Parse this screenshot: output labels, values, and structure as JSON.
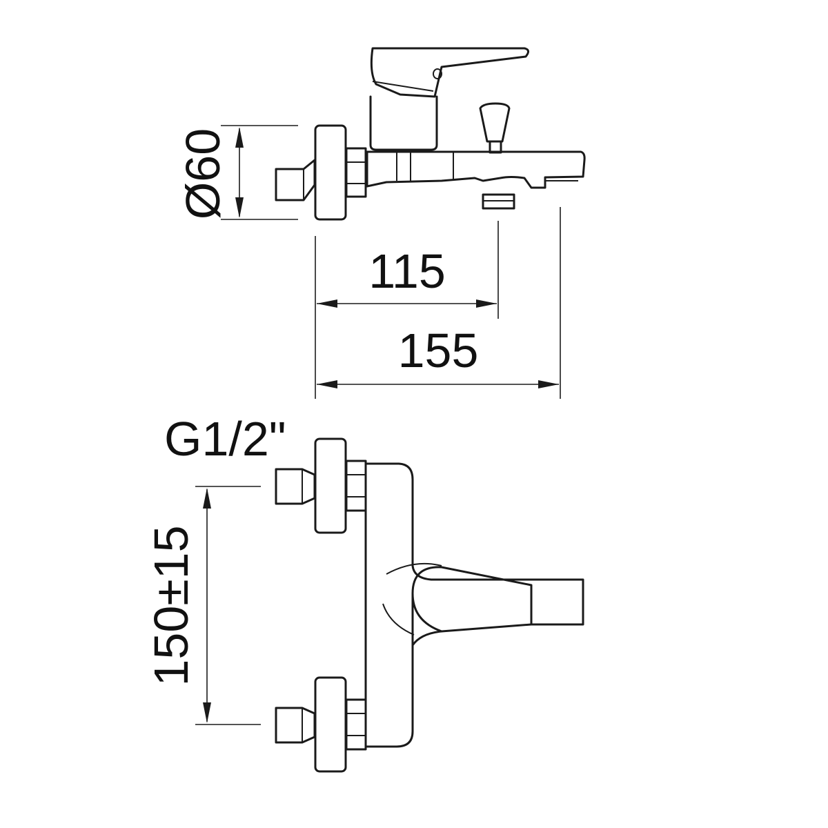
{
  "dimensions": {
    "flange_diameter": "Ø60",
    "wall_to_outlet": "115",
    "wall_to_spout": "155",
    "thread_size": "G1/2\"",
    "inlet_centers": "150±15"
  }
}
